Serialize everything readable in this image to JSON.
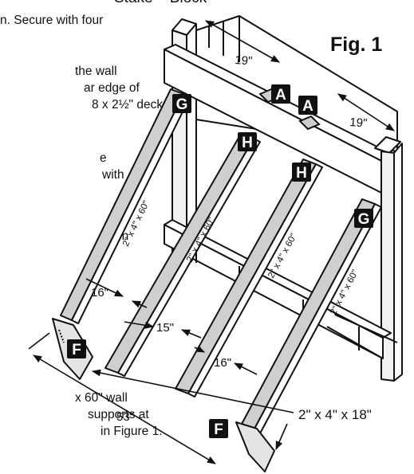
{
  "header": {
    "cut_title": "Stake – Block"
  },
  "figure": {
    "title": "Fig. 1"
  },
  "instructions": {
    "lines": [
      "n.  Secure with four",
      "the wall",
      "ar edge of",
      "8 x 2½\" deck",
      "e",
      "with",
      "on",
      "x 60\" wall",
      "supports at",
      "in Figure 1."
    ]
  },
  "parts": {
    "g_left": "G",
    "g_right": "G",
    "h_left": "H",
    "h_right": "H",
    "a_left": "A",
    "a_right": "A",
    "f_left": "F",
    "f_right": "F"
  },
  "board_labels": {
    "b1": "2\" x 4\" x 60\"",
    "b2": "2\" x 4\" x 60\"",
    "b3": "2\" x 4\" x 60\"",
    "b4": "2\" x 4\" x 60\""
  },
  "dimensions": {
    "top_left": "19\"",
    "top_right": "19\"",
    "spacing_1": "16\"",
    "spacing_2": "15\"",
    "spacing_3": "16\"",
    "overall": "53\"",
    "stake": "2\" x 4\" x 18\""
  }
}
